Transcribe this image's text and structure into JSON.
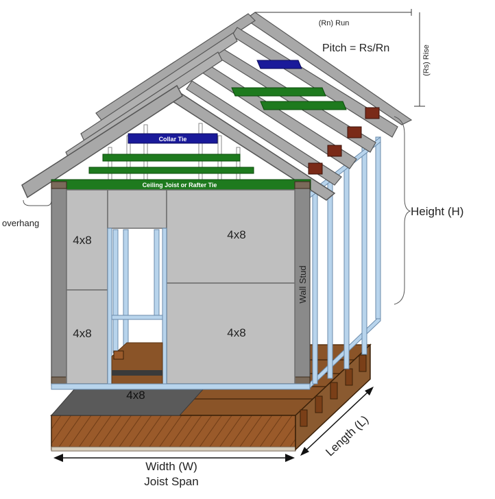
{
  "labels": {
    "run": "(Rn) Run",
    "pitch": "Pitch = Rs/Rn",
    "rise": "(Rs) Rise",
    "height": "Height (H)",
    "overhang": "overhang",
    "collar_tie": "Collar Tie",
    "ceiling_joist": "Ceiling Joist or Rafter Tie",
    "wall_stud": "Wall Stud",
    "width": "Width (W)",
    "joist_span": "Joist Span",
    "length": "Length (L)"
  },
  "panels": {
    "upper_left": "4x8",
    "lower_left": "4x8",
    "upper_right": "4x8",
    "lower_right": "4x8",
    "floor": "4x8"
  },
  "colors": {
    "rafter": "#a8a8a8",
    "panel": "#bfbfbf",
    "ceiling_joist": "#1e7a1e",
    "collar_tie": "#1a1a9a",
    "stud": "#b8d4ec",
    "wood": "#9a5a2a",
    "floor_sheet": "#5a5a5a"
  }
}
